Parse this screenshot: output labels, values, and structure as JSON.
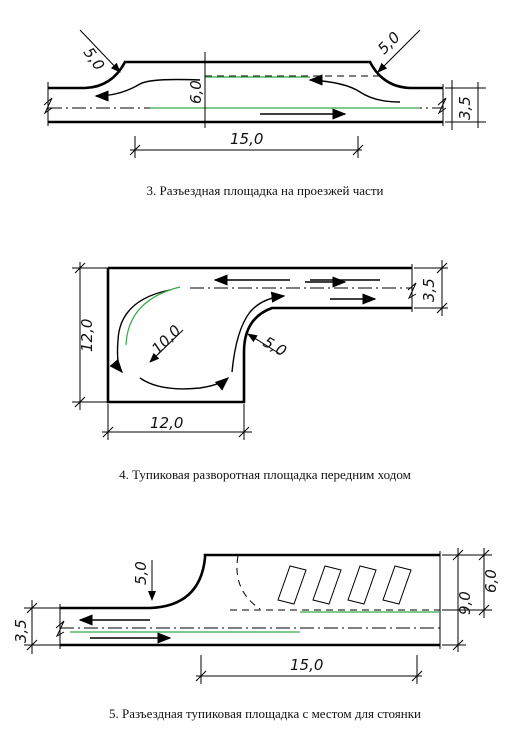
{
  "figures": [
    {
      "caption": "3. Разъездная площадка на проезжей части",
      "labels": {
        "r_left": "5,0",
        "r_right": "5,0",
        "width": "6,0",
        "lane": "3,5",
        "length": "15,0"
      }
    },
    {
      "caption": "4. Тупиковая разворотная площадка передним ходом",
      "labels": {
        "height": "12,0",
        "lane": "3,5",
        "r_turn": "10,0",
        "r_corner": "5,0",
        "width": "12,0"
      }
    },
    {
      "caption": "5. Разъездная тупиковая площадка с местом для стоянки",
      "labels": {
        "r_corner": "5,0",
        "lane": "3,5",
        "depth": "9,0",
        "parking": "6,0",
        "length": "15,0"
      }
    }
  ],
  "colors": {
    "line": "#000000",
    "accent": "#39a84a"
  }
}
